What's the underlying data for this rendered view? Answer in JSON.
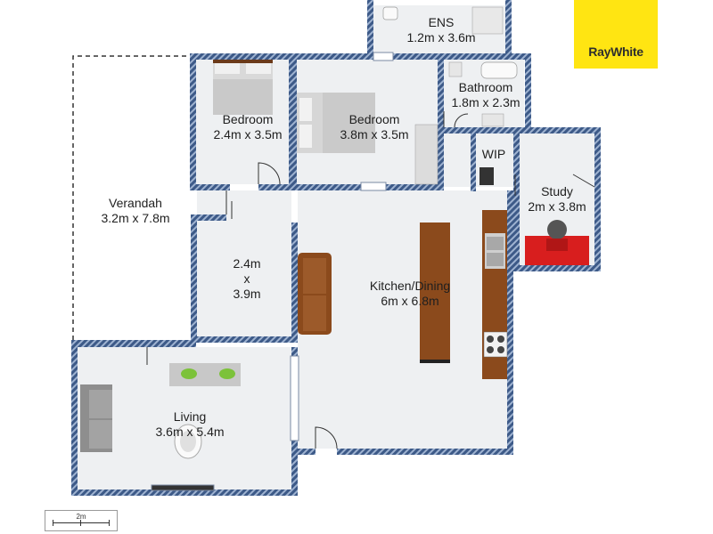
{
  "brand": {
    "name": "RayWhite"
  },
  "scale": {
    "label": "2m"
  },
  "rooms": {
    "ens": {
      "name": "ENS",
      "size": "1.2m x 3.6m"
    },
    "bathroom": {
      "name": "Bathroom",
      "size": "1.8m x 2.3m"
    },
    "bedroom_left": {
      "name": "Bedroom",
      "size": "2.4m x 3.5m"
    },
    "bedroom_right": {
      "name": "Bedroom",
      "size": "3.8m x 3.5m"
    },
    "wip": {
      "name": "WIP"
    },
    "study": {
      "name": "Study",
      "size": "2m x 3.8m"
    },
    "verandah": {
      "name": "Verandah",
      "size": "3.2m x 7.8m"
    },
    "middle": {
      "line1": "2.4m",
      "line2": "x",
      "line3": "3.9m"
    },
    "kitchen": {
      "name": "Kitchen/Dining",
      "size": "6m x 6.8m"
    },
    "living": {
      "name": "Living",
      "size": "3.6m x 5.4m"
    }
  },
  "colors": {
    "wall": "#3d5a88",
    "floor": "#eef0f2",
    "brand": "#ffe512",
    "timber": "#8b4a1c",
    "study_desk": "#d81e1e",
    "sofa_living": "#8e8e8e"
  }
}
